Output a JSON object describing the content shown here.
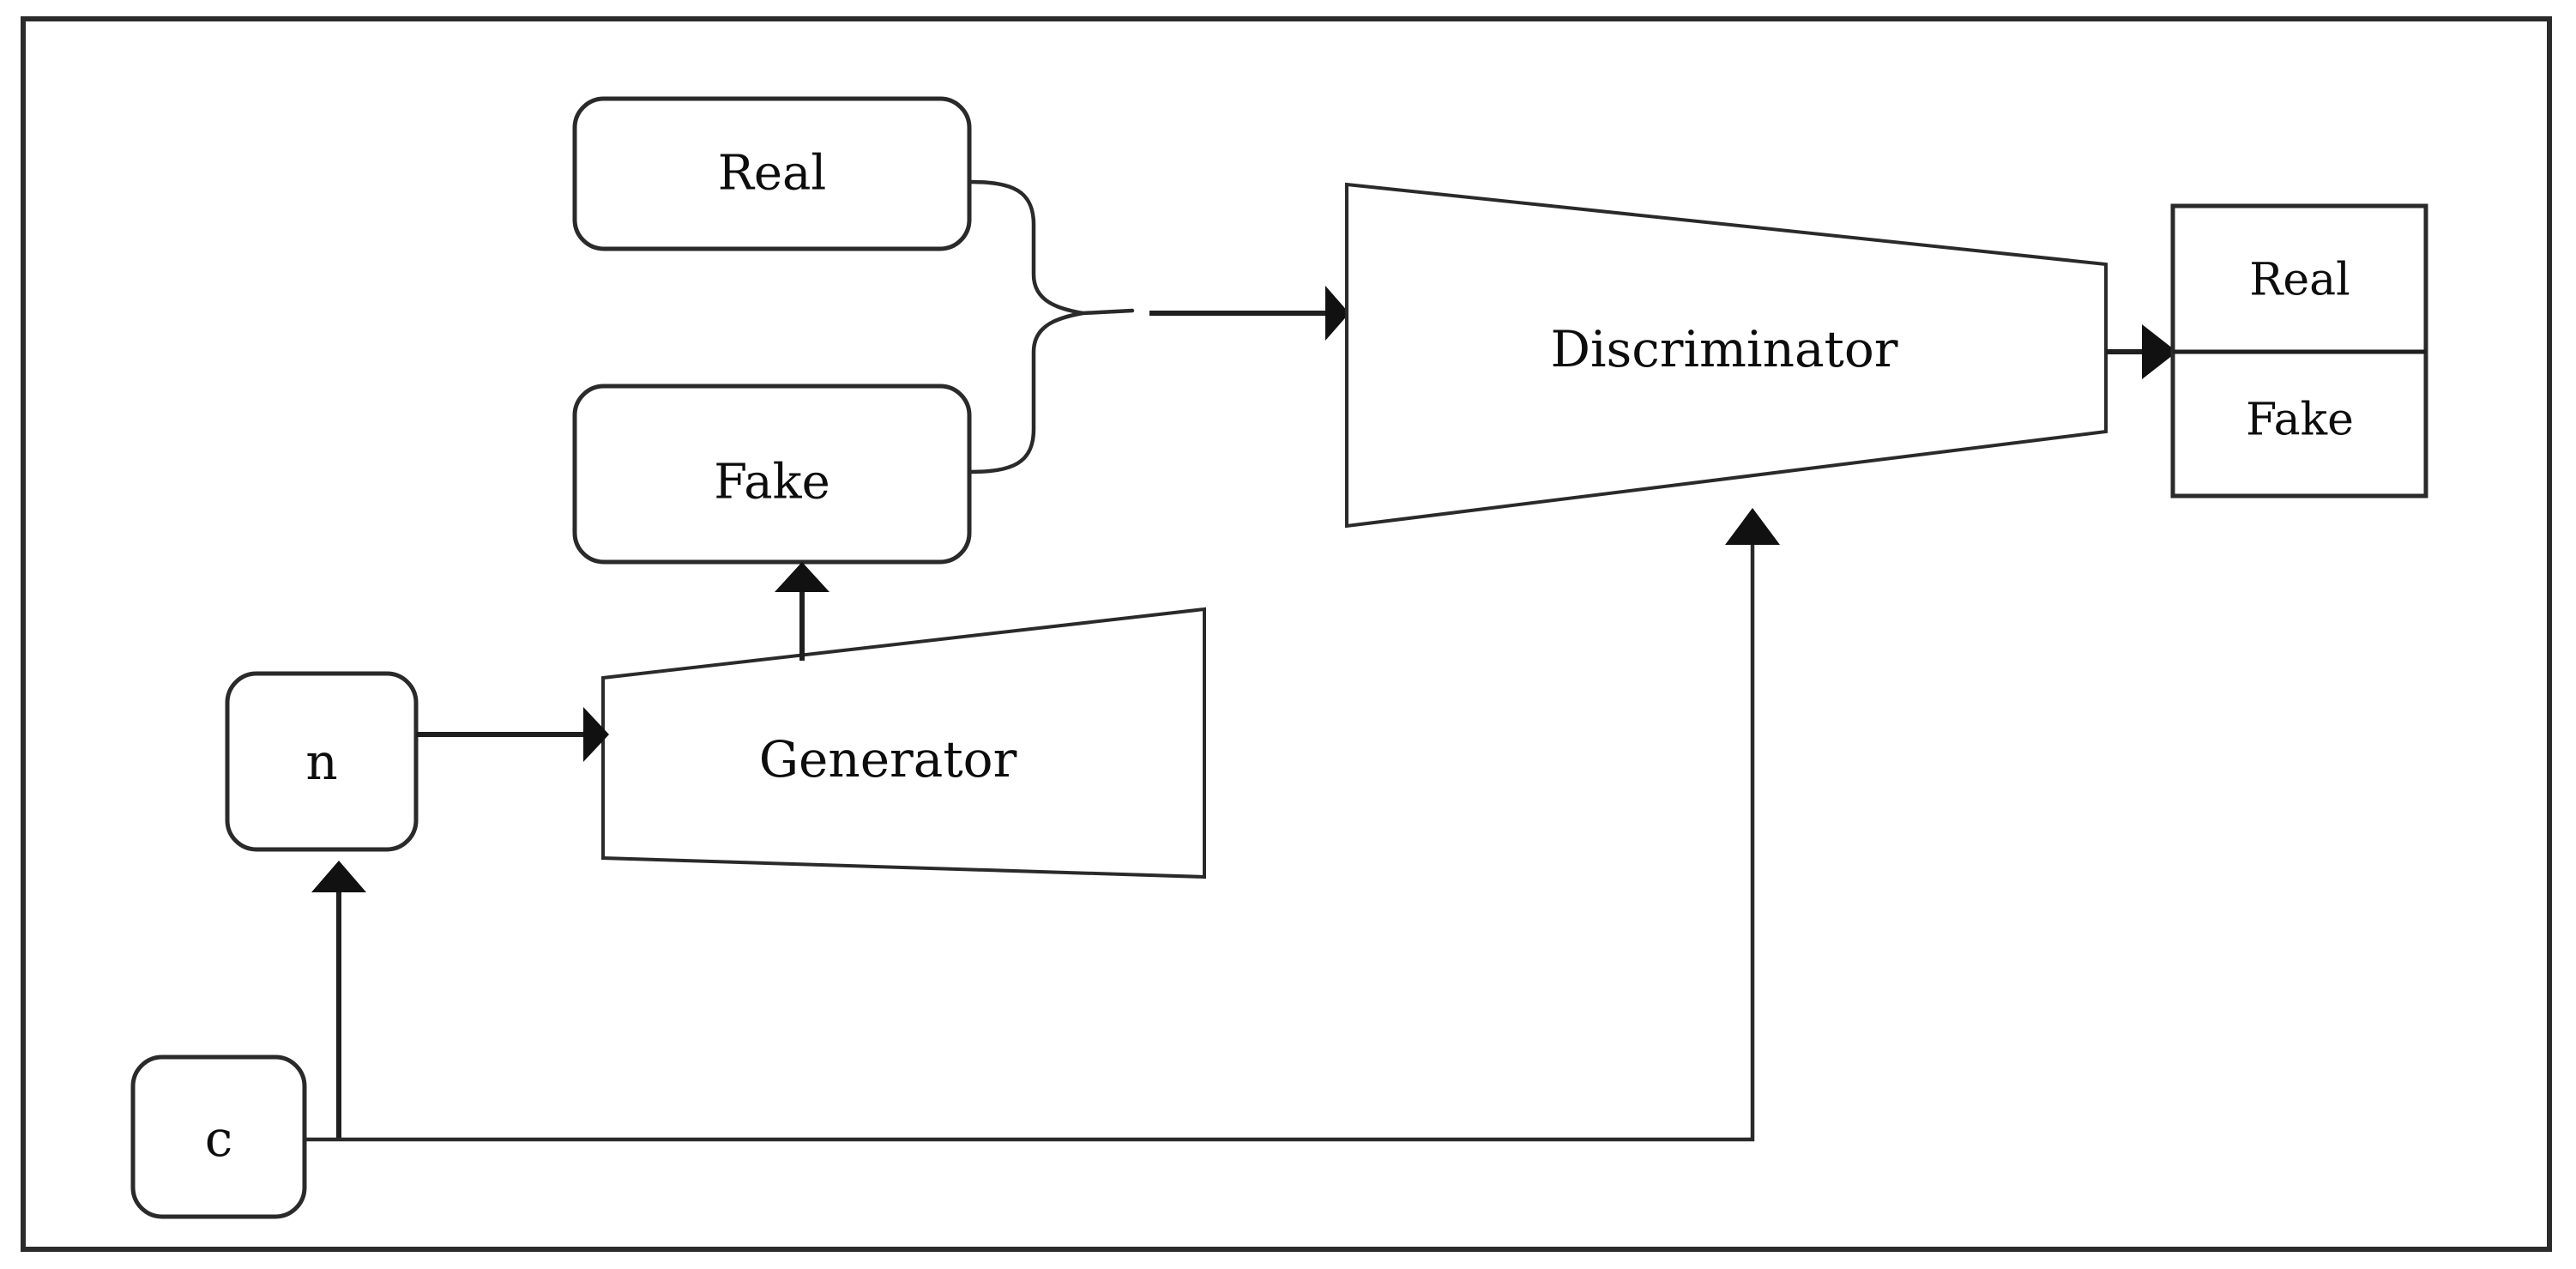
{
  "diagram": {
    "title": "Conditional GAN architecture block diagram",
    "frame": {
      "name": "outer-border",
      "color": "#2b2b2b"
    },
    "palette": {
      "stroke": "#2a2a2a",
      "arrow": "#111111",
      "background": "#ffffff",
      "text": "#0d0d0d"
    },
    "nodes": [
      {
        "id": "real_input",
        "label": "Real",
        "shape": "rounded-rect"
      },
      {
        "id": "fake_input",
        "label": "Fake",
        "shape": "rounded-rect"
      },
      {
        "id": "discriminator",
        "label": "Discriminator",
        "shape": "trapezoid-right-narrow"
      },
      {
        "id": "output_real",
        "label": "Real",
        "shape": "rect-top-half"
      },
      {
        "id": "output_fake",
        "label": "Fake",
        "shape": "rect-bottom-half"
      },
      {
        "id": "generator",
        "label": "Generator",
        "shape": "trapezoid-right-wide"
      },
      {
        "id": "noise",
        "label": "n",
        "shape": "rounded-square"
      },
      {
        "id": "condition",
        "label": "c",
        "shape": "rounded-square"
      }
    ],
    "connectors": [
      {
        "id": "merge_brace",
        "from": "real_input,fake_input",
        "to": "brace-joint",
        "style": "curly-brace"
      },
      {
        "id": "brace_to_discriminator",
        "from": "brace-joint",
        "to": "discriminator",
        "style": "arrow-right"
      },
      {
        "id": "discriminator_to_output",
        "from": "discriminator",
        "to": "output_box",
        "style": "arrow-right"
      },
      {
        "id": "generator_to_fake",
        "from": "generator",
        "to": "fake_input",
        "style": "arrow-up"
      },
      {
        "id": "noise_to_generator",
        "from": "noise",
        "to": "generator",
        "style": "arrow-right"
      },
      {
        "id": "condition_to_noise",
        "from": "condition",
        "to": "noise",
        "style": "arrow-up"
      },
      {
        "id": "condition_to_discriminator",
        "from": "condition",
        "to": "discriminator",
        "style": "elbow-arrow-up"
      }
    ]
  }
}
